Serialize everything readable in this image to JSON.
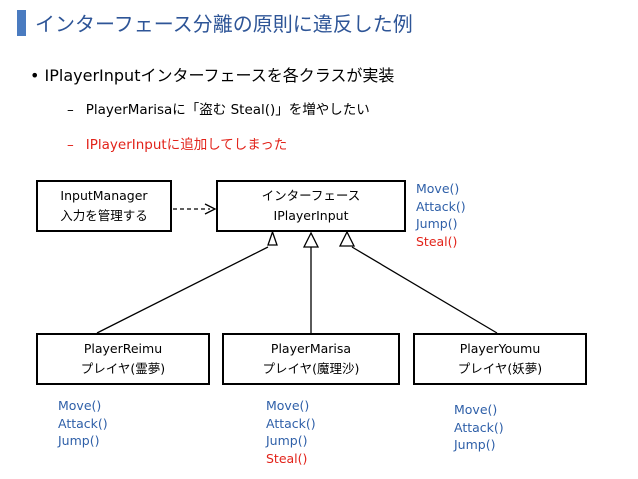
{
  "slide": {
    "title": "インターフェース分離の原則に違反した例",
    "bullet": "IPlayerInputインターフェースを各クラスが実装",
    "sub1": "PlayerMarisaに「盗む Steal()」を増やしたい",
    "sub2": "IPlayerInputに追加してしまった",
    "bullet_symbol": "•",
    "dash": "–"
  },
  "colors": {
    "title": "#2e5597",
    "accent_bar": "#4a7bc0",
    "method_text": "#2e5fa8",
    "highlight": "#e2231a"
  },
  "diagram": {
    "input_manager": {
      "line1": "InputManager",
      "line2": "入力を管理する"
    },
    "interface": {
      "line1": "インターフェース",
      "line2": "IPlayerInput"
    },
    "interface_methods": [
      "Move()",
      "Attack()",
      "Jump()"
    ],
    "interface_added_method": "Steal()",
    "reimu": {
      "line1": "PlayerReimu",
      "line2": "プレイヤ(霊夢)",
      "methods": [
        "Move()",
        "Attack()",
        "Jump()"
      ]
    },
    "marisa": {
      "line1": "PlayerMarisa",
      "line2": "プレイヤ(魔理沙)",
      "methods": [
        "Move()",
        "Attack()",
        "Jump()"
      ],
      "added_method": "Steal()"
    },
    "youmu": {
      "line1": "PlayerYoumu",
      "line2": "プレイヤ(妖夢)",
      "methods": [
        "Move()",
        "Attack()",
        "Jump()"
      ]
    }
  }
}
